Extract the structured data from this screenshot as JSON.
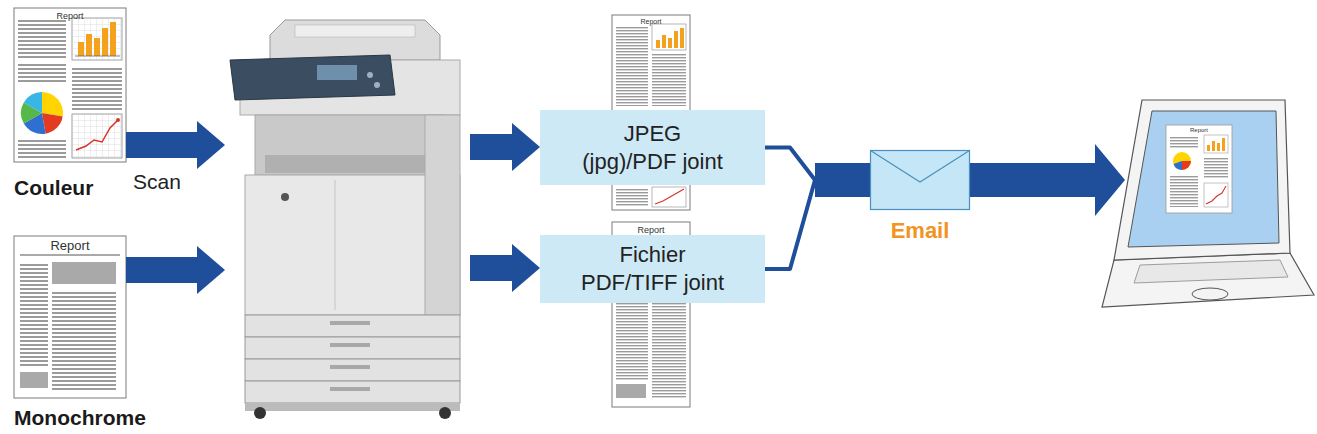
{
  "diagram": {
    "nodes": [
      {
        "text": [
          "Report",
          "Couleur"
        ]
      },
      {
        "text": [
          "Report",
          "Monochrome"
        ]
      },
      {
        "text": [
          "Scan"
        ]
      },
      {
        "text": [
          "Report"
        ]
      },
      {
        "text": [
          "JPEG (jpg)/PDF joint"
        ]
      },
      {
        "text": [
          "Report"
        ]
      },
      {
        "text": [
          "Fichier PDF/TIFF joint"
        ]
      },
      {
        "text": [
          "Email"
        ]
      },
      {
        "text": [
          "Report"
        ]
      }
    ],
    "edges": [
      {
        "from": 0,
        "to": 2,
        "arrow": "to"
      },
      {
        "from": 1,
        "to": 2,
        "arrow": "to"
      },
      {
        "from": 2,
        "to": 4,
        "arrow": "to"
      },
      {
        "from": 2,
        "to": 6,
        "arrow": "to"
      },
      {
        "from": 4,
        "to": 7,
        "arrow": "none"
      },
      {
        "from": 6,
        "to": 7,
        "arrow": "none"
      },
      {
        "from": 7,
        "to": 8,
        "arrow": "to"
      }
    ]
  }
}
